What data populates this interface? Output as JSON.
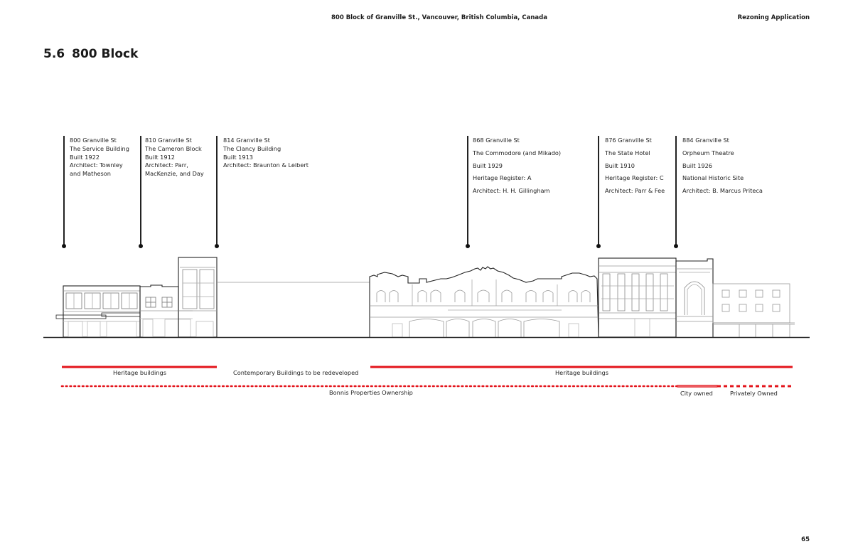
{
  "header": {
    "location": "800 Block of Granville St., Vancouver, British Columbia, Canada",
    "document_type": "Rezoning Application"
  },
  "section": {
    "number": "5.6",
    "title": "800 Block"
  },
  "buildings": [
    {
      "address": "800 Granville St",
      "lines": [
        "800 Granville St",
        "The Service Building",
        "Built 1922",
        "Architect: Townley",
        "and Matheson"
      ]
    },
    {
      "address": "810 Granville St",
      "lines": [
        "810 Granville St",
        "The Cameron Block",
        "Built 1912",
        "Architect: Parr,",
        "MacKenzie, and Day"
      ]
    },
    {
      "address": "814 Granville St",
      "lines": [
        "814 Granville St",
        "The Clancy Building",
        "Built 1913",
        "Architect: Braunton & Leibert"
      ]
    },
    {
      "address": "868 Granville St",
      "lines": [
        "868 Granville St",
        "The Commodore (and Mikado)",
        "Built 1929",
        "Heritage Register: A",
        "Architect: H. H. Gillingham"
      ]
    },
    {
      "address": "876 Granville St",
      "lines": [
        "876 Granville St",
        "The State Hotel",
        "Built 1910",
        "Heritage Register: C",
        "Architect: Parr & Fee"
      ]
    },
    {
      "address": "884 Granville St",
      "lines": [
        "884 Granville St",
        "Orpheum Theatre",
        "Built 1926",
        "National Historic Site",
        "Architect: B. Marcus Priteca"
      ]
    }
  ],
  "legend": {
    "heritage_left": "Heritage buildings",
    "contemporary": "Contemporary Buildings to be redeveloped",
    "heritage_right": "Heritage buildings",
    "bonnis": "Bonnis Properties Ownership",
    "city": "City owned",
    "private": "Privately Owned",
    "accent_color": "#e3141b"
  },
  "footer": {
    "page_number": "65"
  }
}
